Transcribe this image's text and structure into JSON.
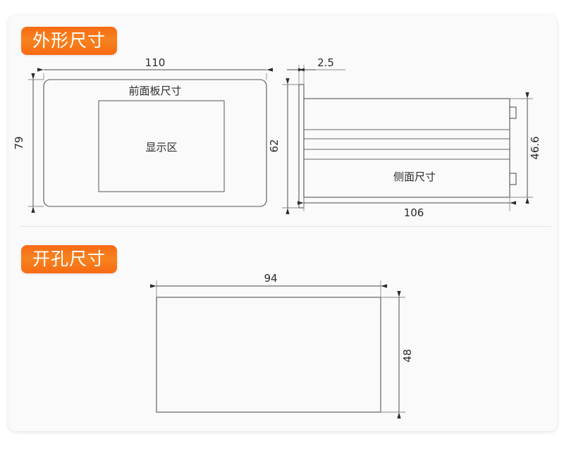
{
  "page": {
    "background": "#ffffff",
    "card_background": "#fafafa",
    "accent_color": "#f5831f",
    "line_color": "#555555"
  },
  "sections": [
    {
      "id": "outline-dimensions",
      "badge_label": "外形尺寸"
    },
    {
      "id": "cutout-dimensions",
      "badge_label": "开孔尺寸"
    }
  ],
  "front_view": {
    "caption": "前面板尺寸",
    "display_area_label": "显示区",
    "width_dim": "110",
    "height_dim": "79"
  },
  "side_view": {
    "caption": "侧面尺寸",
    "faceplate_thickness_dim": "2.5",
    "faceplate_height_dim": "62",
    "body_depth_dim": "106",
    "body_height_dim": "46.6"
  },
  "cutout_view": {
    "width_dim": "94",
    "height_dim": "48"
  }
}
